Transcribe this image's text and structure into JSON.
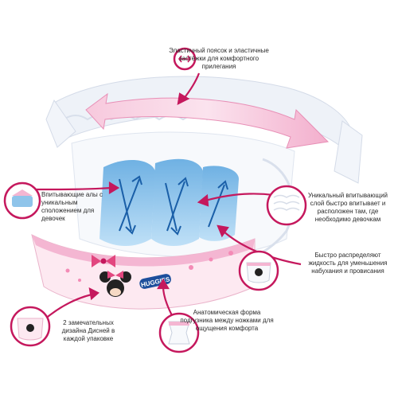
{
  "colors": {
    "accent": "#c5185d",
    "pink_light": "#f4b6d2",
    "blue_core": "#8fc4ea",
    "blue_arrow": "#1a5fa8",
    "text": "#2a2a2a"
  },
  "icons": [
    "double-arrow-icon",
    "diaper-cutaway-icon",
    "diaper-pants-icon",
    "bow-icon"
  ],
  "product": {
    "brand": "HUGGIES"
  },
  "callouts": {
    "waistband": "Эластичный поясок и эластичные застёжки для комфортного прилегания",
    "leak_cuffs": "Впитывающие алы с уникальным сположением для девочек",
    "absorbent_layer": "Уникальный впитывающий слой быстро впитывает и расположен там, где необходимо девочкам",
    "distribution": "Быстро распределяют жидкость для уменьшения набухания и провисания",
    "disney_designs": "2 замечательных дизайна Дисней в каждой упаковке",
    "anatomic_shape": "Анатомическая форма подгузника между ножками для ощущения комфорта"
  }
}
